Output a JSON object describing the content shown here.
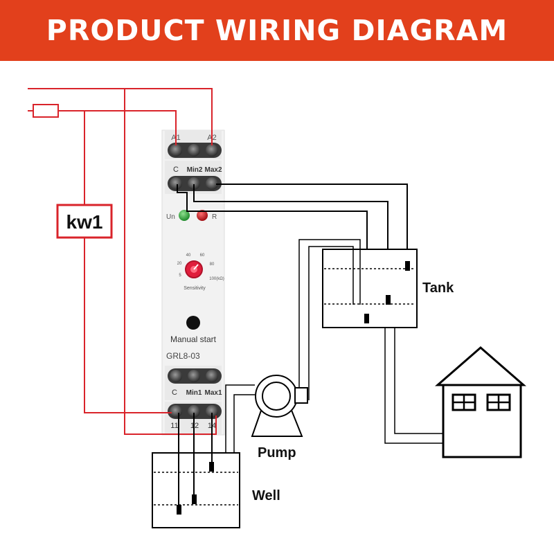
{
  "banner": {
    "title": "PRODUCT WIRING DIAGRAM",
    "color": "#e2401c"
  },
  "relay": {
    "model": "GRL8-03",
    "top_terminals": [
      "A1",
      "A2"
    ],
    "mid_terminals": [
      "C",
      "Min2",
      "Max2"
    ],
    "led_labels": [
      "Un",
      "R"
    ],
    "dial_title": "Sensitivity",
    "dial_scale": [
      "5",
      "20",
      "40",
      "60",
      "80",
      "100(kΩ)"
    ],
    "button_label": "Manual start",
    "lower_terminals": [
      "C",
      "Min1",
      "Max1"
    ],
    "terminal_numbers": [
      "11",
      "12",
      "14"
    ]
  },
  "labels": {
    "contactor": "kw1",
    "tank": "Tank",
    "pump": "Pump",
    "well": "Well"
  },
  "colors": {
    "wire_red": "#d9232a",
    "wire_black": "#000000",
    "led_green": "#2fa83a",
    "led_red": "#c8141b",
    "dial_red": "#e01e3c"
  }
}
